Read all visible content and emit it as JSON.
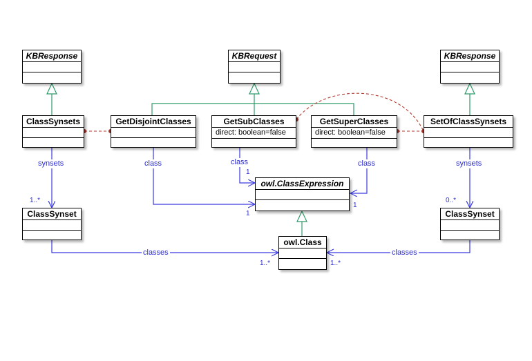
{
  "classes": {
    "kbresponse_left": {
      "name": "KBResponse"
    },
    "kbrequest": {
      "name": "KBRequest"
    },
    "kbresponse_right": {
      "name": "KBResponse"
    },
    "classsynsets": {
      "name": "ClassSynsets"
    },
    "getdisjointclasses": {
      "name": "GetDisjointClasses"
    },
    "getsubclasses": {
      "name": "GetSubClasses",
      "attribute": "direct: boolean=false"
    },
    "getsuperclasses": {
      "name": "GetSuperClasses",
      "attribute": "direct: boolean=false"
    },
    "setofclasssynsets": {
      "name": "SetOfClassSynsets"
    },
    "classsynset_left": {
      "name": "ClassSynset"
    },
    "classexpression": {
      "name": "owl.ClassExpression"
    },
    "classsynset_right": {
      "name": "ClassSynset"
    },
    "owlclass": {
      "name": "owl.Class"
    }
  },
  "associations": {
    "synsets_left": {
      "label": "synsets",
      "multiplicity": "1..*"
    },
    "disjoint_class": {
      "label": "class",
      "multiplicity": "1"
    },
    "sub_class": {
      "label": "class",
      "multiplicity": "1"
    },
    "super_class": {
      "label": "class",
      "multiplicity": "1"
    },
    "synsets_right": {
      "label": "synsets",
      "multiplicity": "0..*"
    },
    "classes_left": {
      "label": "classes",
      "multiplicity": "1..*"
    },
    "classes_right": {
      "label": "classes",
      "multiplicity": "1..*"
    }
  },
  "colors": {
    "generalization": "#2e9a6a",
    "association": "#3a3ae0",
    "dependency": "#b03a2e",
    "dependency_dot": "#a8322a"
  }
}
